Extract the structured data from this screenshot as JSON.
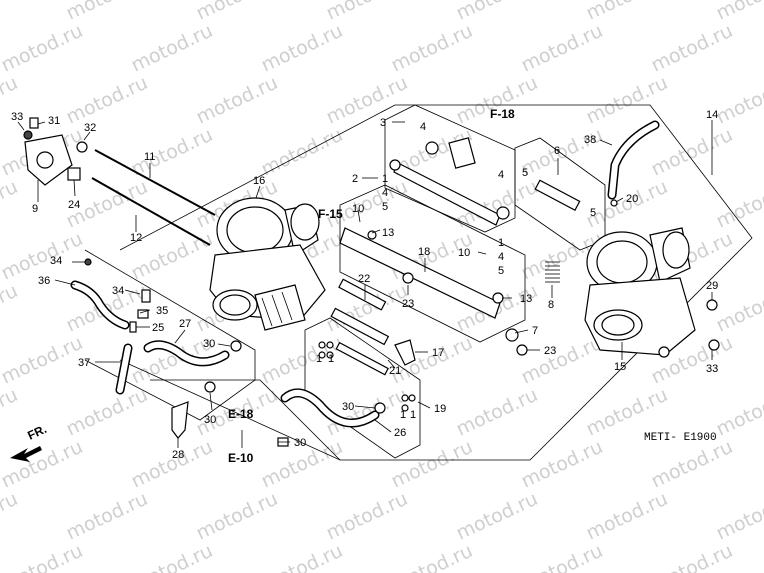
{
  "watermark": "motod.ru",
  "diagram_code": "METI- E1900",
  "direction_label": "FR.",
  "ref_labels": {
    "f18": "F-18",
    "f15": "F-15",
    "e18": "E-18",
    "e10": "E-10"
  },
  "callouts": {
    "c33a": "33",
    "c31": "31",
    "c32": "32",
    "c9": "9",
    "c24": "24",
    "c11": "11",
    "c12": "12",
    "c16": "16",
    "c34a": "34",
    "c36a": "36",
    "c34b": "34",
    "c35": "35",
    "c25": "25",
    "c37": "37",
    "c27": "27",
    "c30a": "30",
    "c30b": "30",
    "c28": "28",
    "c30c": "30",
    "c30d": "30",
    "c26": "26",
    "c19": "19",
    "c21": "21",
    "c17": "17",
    "c22": "22",
    "c23a": "23",
    "c18": "18",
    "c2": "2",
    "c1a": "1",
    "c4a": "4",
    "c5a": "5",
    "c10a": "10",
    "c13a": "13",
    "c3": "3",
    "c4b": "4",
    "c4c": "4",
    "c1b": "1",
    "c4d": "4",
    "c5b": "5",
    "c10b": "10",
    "c13b": "13",
    "c6": "6",
    "c5c": "5",
    "c5d": "5",
    "c38": "38",
    "c20": "20",
    "c14": "14",
    "c8": "8",
    "c7": "7",
    "c23b": "23",
    "c15": "15",
    "c29": "29",
    "c33b": "33",
    "c1c": "1",
    "c1d": "1",
    "c1e": "1",
    "c1f": "1"
  }
}
